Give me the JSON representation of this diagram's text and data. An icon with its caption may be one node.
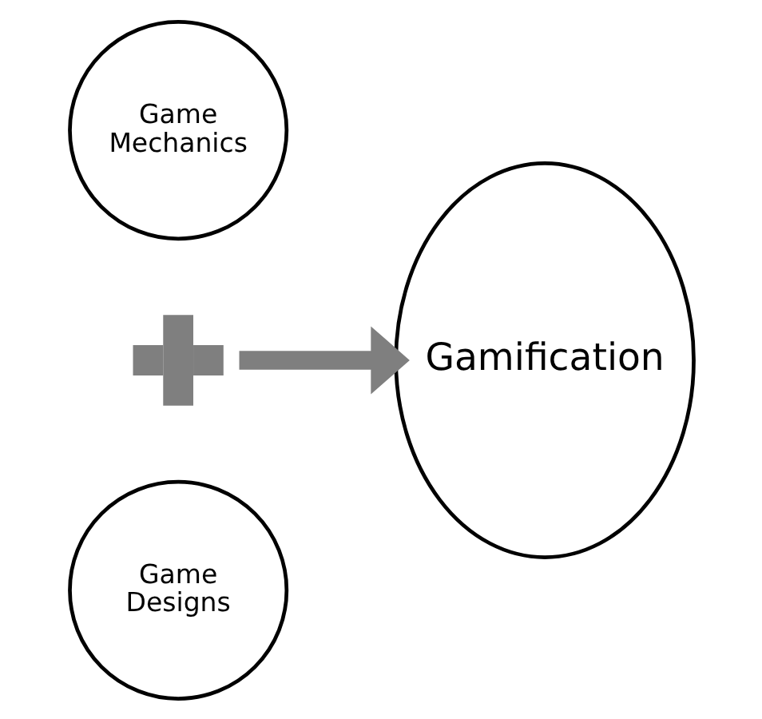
{
  "diagram": {
    "nodes": [
      {
        "text": [
          "Game Mechanics"
        ]
      },
      {
        "text": [],
        "shape": "plus"
      },
      {
        "text": [
          "Game Designs"
        ]
      },
      {
        "text": [
          "Gamification"
        ]
      }
    ],
    "edges": [
      {
        "from": 1,
        "to": 3,
        "arrow": "to"
      }
    ]
  }
}
